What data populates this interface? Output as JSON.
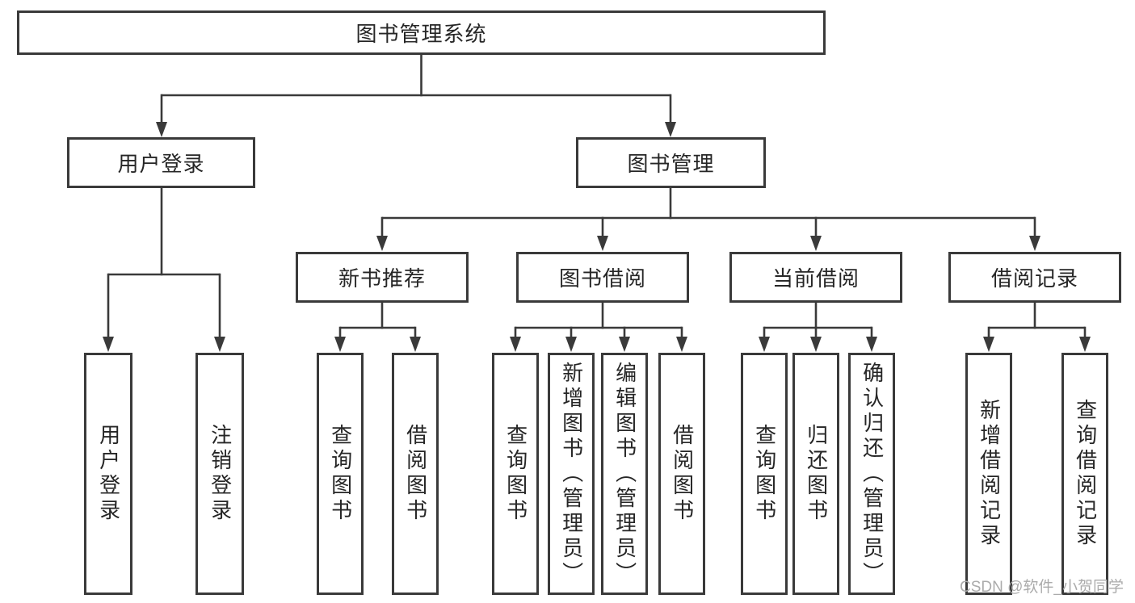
{
  "diagram": {
    "root": {
      "label": "图书管理系统"
    },
    "level2": [
      {
        "id": "user-login",
        "label": "用户登录"
      },
      {
        "id": "book-management",
        "label": "图书管理"
      }
    ],
    "level3": [
      {
        "id": "new-book-recommend",
        "label": "新书推荐",
        "parent": "book-management"
      },
      {
        "id": "book-borrow",
        "label": "图书借阅",
        "parent": "book-management"
      },
      {
        "id": "current-borrow",
        "label": "当前借阅",
        "parent": "book-management"
      },
      {
        "id": "borrow-records",
        "label": "借阅记录",
        "parent": "book-management"
      }
    ],
    "leaves": [
      {
        "label": "用户登录",
        "parent": "user-login"
      },
      {
        "label": "注销登录",
        "parent": "user-login"
      },
      {
        "label": "查询图书",
        "parent": "new-book-recommend"
      },
      {
        "label": "借阅图书",
        "parent": "new-book-recommend"
      },
      {
        "label": "查询图书",
        "parent": "book-borrow"
      },
      {
        "label": "新增图书（管理员）",
        "parent": "book-borrow"
      },
      {
        "label": "编辑图书（管理员）",
        "parent": "book-borrow"
      },
      {
        "label": "借阅图书",
        "parent": "book-borrow"
      },
      {
        "label": "查询图书",
        "parent": "current-borrow"
      },
      {
        "label": "归还图书",
        "parent": "current-borrow"
      },
      {
        "label": "确认归还（管理员）",
        "parent": "current-borrow"
      },
      {
        "label": "新增借阅记录",
        "parent": "borrow-records"
      },
      {
        "label": "查询借阅记录",
        "parent": "borrow-records"
      }
    ]
  },
  "watermark": {
    "text": "CSDN @软件_小贺同学"
  },
  "colors": {
    "line": "#3a3a3a",
    "text": "#262626",
    "watermark": "#ababab",
    "background": "#ffffff"
  }
}
